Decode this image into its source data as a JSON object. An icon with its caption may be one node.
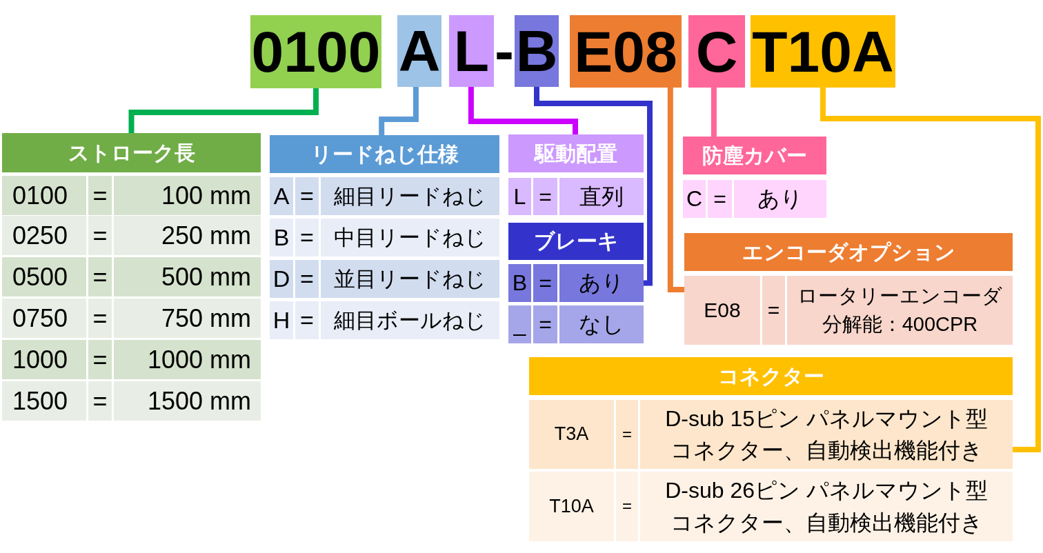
{
  "diagram": {
    "nodes": [
      {
        "text": [
          "0100"
        ]
      },
      {
        "text": [
          "A"
        ]
      },
      {
        "text": [
          "L"
        ]
      },
      {
        "text": [
          "B"
        ]
      },
      {
        "text": [
          "E08"
        ]
      },
      {
        "text": [
          "C"
        ]
      },
      {
        "text": [
          "T10A"
        ]
      },
      {
        "text": [
          "ストローク長"
        ]
      },
      {
        "text": [
          "0100",
          "=",
          "100 mm"
        ],
        "in": 7
      },
      {
        "text": [
          "0250",
          "=",
          "250 mm"
        ],
        "in": 7
      },
      {
        "text": [
          "0500",
          "=",
          "500 mm"
        ],
        "in": 7
      },
      {
        "text": [
          "0750",
          "=",
          "750 mm"
        ],
        "in": 7
      },
      {
        "text": [
          "1000",
          "=",
          "1000 mm"
        ],
        "in": 7
      },
      {
        "text": [
          "1500",
          "=",
          "1500 mm"
        ],
        "in": 7
      },
      {
        "text": [
          "リードねじ仕様"
        ]
      },
      {
        "text": [
          "A",
          "=",
          "細目リードねじ"
        ],
        "in": 14
      },
      {
        "text": [
          "B",
          "=",
          "中目リードねじ"
        ],
        "in": 14
      },
      {
        "text": [
          "D",
          "=",
          "並目リードねじ"
        ],
        "in": 14
      },
      {
        "text": [
          "H",
          "=",
          "細目ボールねじ"
        ],
        "in": 14
      },
      {
        "text": [
          "駆動配置"
        ]
      },
      {
        "text": [
          "L",
          "=",
          "直列"
        ],
        "in": 19
      },
      {
        "text": [
          "ブレーキ"
        ]
      },
      {
        "text": [
          "B",
          "=",
          "あり"
        ],
        "in": 21
      },
      {
        "text": [
          "_",
          "=",
          "なし"
        ],
        "in": 21
      },
      {
        "text": [
          "防塵カバー"
        ]
      },
      {
        "text": [
          "C",
          "=",
          "あり"
        ],
        "in": 24
      },
      {
        "text": [
          "エンコーダオプション"
        ]
      },
      {
        "text": [
          "E08",
          "=",
          "ロータリーエンコーダ分解能：400CPR"
        ],
        "in": 26
      },
      {
        "text": [
          "コネクター"
        ]
      },
      {
        "text": [
          "T3A",
          "=",
          "D-sub 15ピン パネルマウント型コネクター、自動検出機能付き"
        ],
        "in": 28
      },
      {
        "text": [
          "T10A",
          "=",
          "D-sub 26ピン パネルマウント型コネクター、自動検出機能付き"
        ],
        "in": 28
      }
    ],
    "edges": [
      {
        "from": 0,
        "to": 7,
        "arrow": "none",
        "color": "#00b050"
      },
      {
        "from": 1,
        "to": 14,
        "arrow": "none",
        "color": "#5b9bd5"
      },
      {
        "from": 2,
        "to": 19,
        "arrow": "none",
        "color": "#cc00ff"
      },
      {
        "from": 3,
        "to": 22,
        "arrow": "none",
        "color": "#3333cc"
      },
      {
        "from": 4,
        "to": 27,
        "arrow": "none",
        "color": "#ed7d31"
      },
      {
        "from": 5,
        "to": 24,
        "arrow": "none",
        "color": "#ff6699"
      },
      {
        "from": 6,
        "to": 29,
        "arrow": "none",
        "color": "#ffc000"
      }
    ],
    "labels": [
      "-"
    ]
  }
}
